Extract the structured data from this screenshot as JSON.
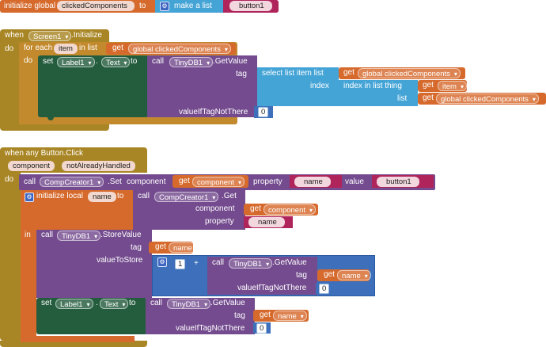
{
  "global_var": {
    "initialize_label": "initialize global",
    "name": "clickedComponents",
    "to_label": "to",
    "make_list_label": "make a list",
    "item_text": "button1"
  },
  "screen_init": {
    "when_label": "when",
    "screen": "Screen1",
    "event": ".Initialize",
    "do_label": "do",
    "for_each_label": "for each",
    "item_var": "item",
    "in_list_label": "in list",
    "get_label": "get",
    "list_var": "global clickedComponents",
    "set_label": "set",
    "component": "Label1",
    "dot": ".",
    "property": "Text",
    "to_label": "to",
    "call_label": "call",
    "db": "TinyDB1",
    "method": ".GetValue",
    "tag_label": "tag",
    "select_label": "select list item  list",
    "index_label": "index",
    "index_in_list_label": "index in list  thing",
    "list_label": "list",
    "get_item": "item",
    "value_if_label": "valueIfTagNotThere",
    "value_if": "0"
  },
  "button_click": {
    "event": "when any Button.Click",
    "param1": "component",
    "param2": "notAlreadyHandled",
    "do_label": "do",
    "call_label": "call",
    "comp_creator": "CompCreator1",
    "set_method": ".Set",
    "component_label": "component",
    "get_label": "get",
    "component_var": "component",
    "property_label": "property",
    "name_text": "name",
    "value_label": "value",
    "button_text": "button1",
    "init_local_label": "initialize local",
    "local_name": "name",
    "to_label": "to",
    "get_method": ".Get",
    "in_label": "in",
    "db": "TinyDB1",
    "store_method": ".StoreValue",
    "tag_label": "tag",
    "name_var": "name",
    "value_to_store_label": "valueToStore",
    "one": "1",
    "plus": "+",
    "get_value_method": ".GetValue",
    "value_if_label": "valueIfTagNotThere",
    "value_if": "0",
    "set_label": "set",
    "label": "Label1",
    "dot": ".",
    "text_prop": "Text"
  }
}
